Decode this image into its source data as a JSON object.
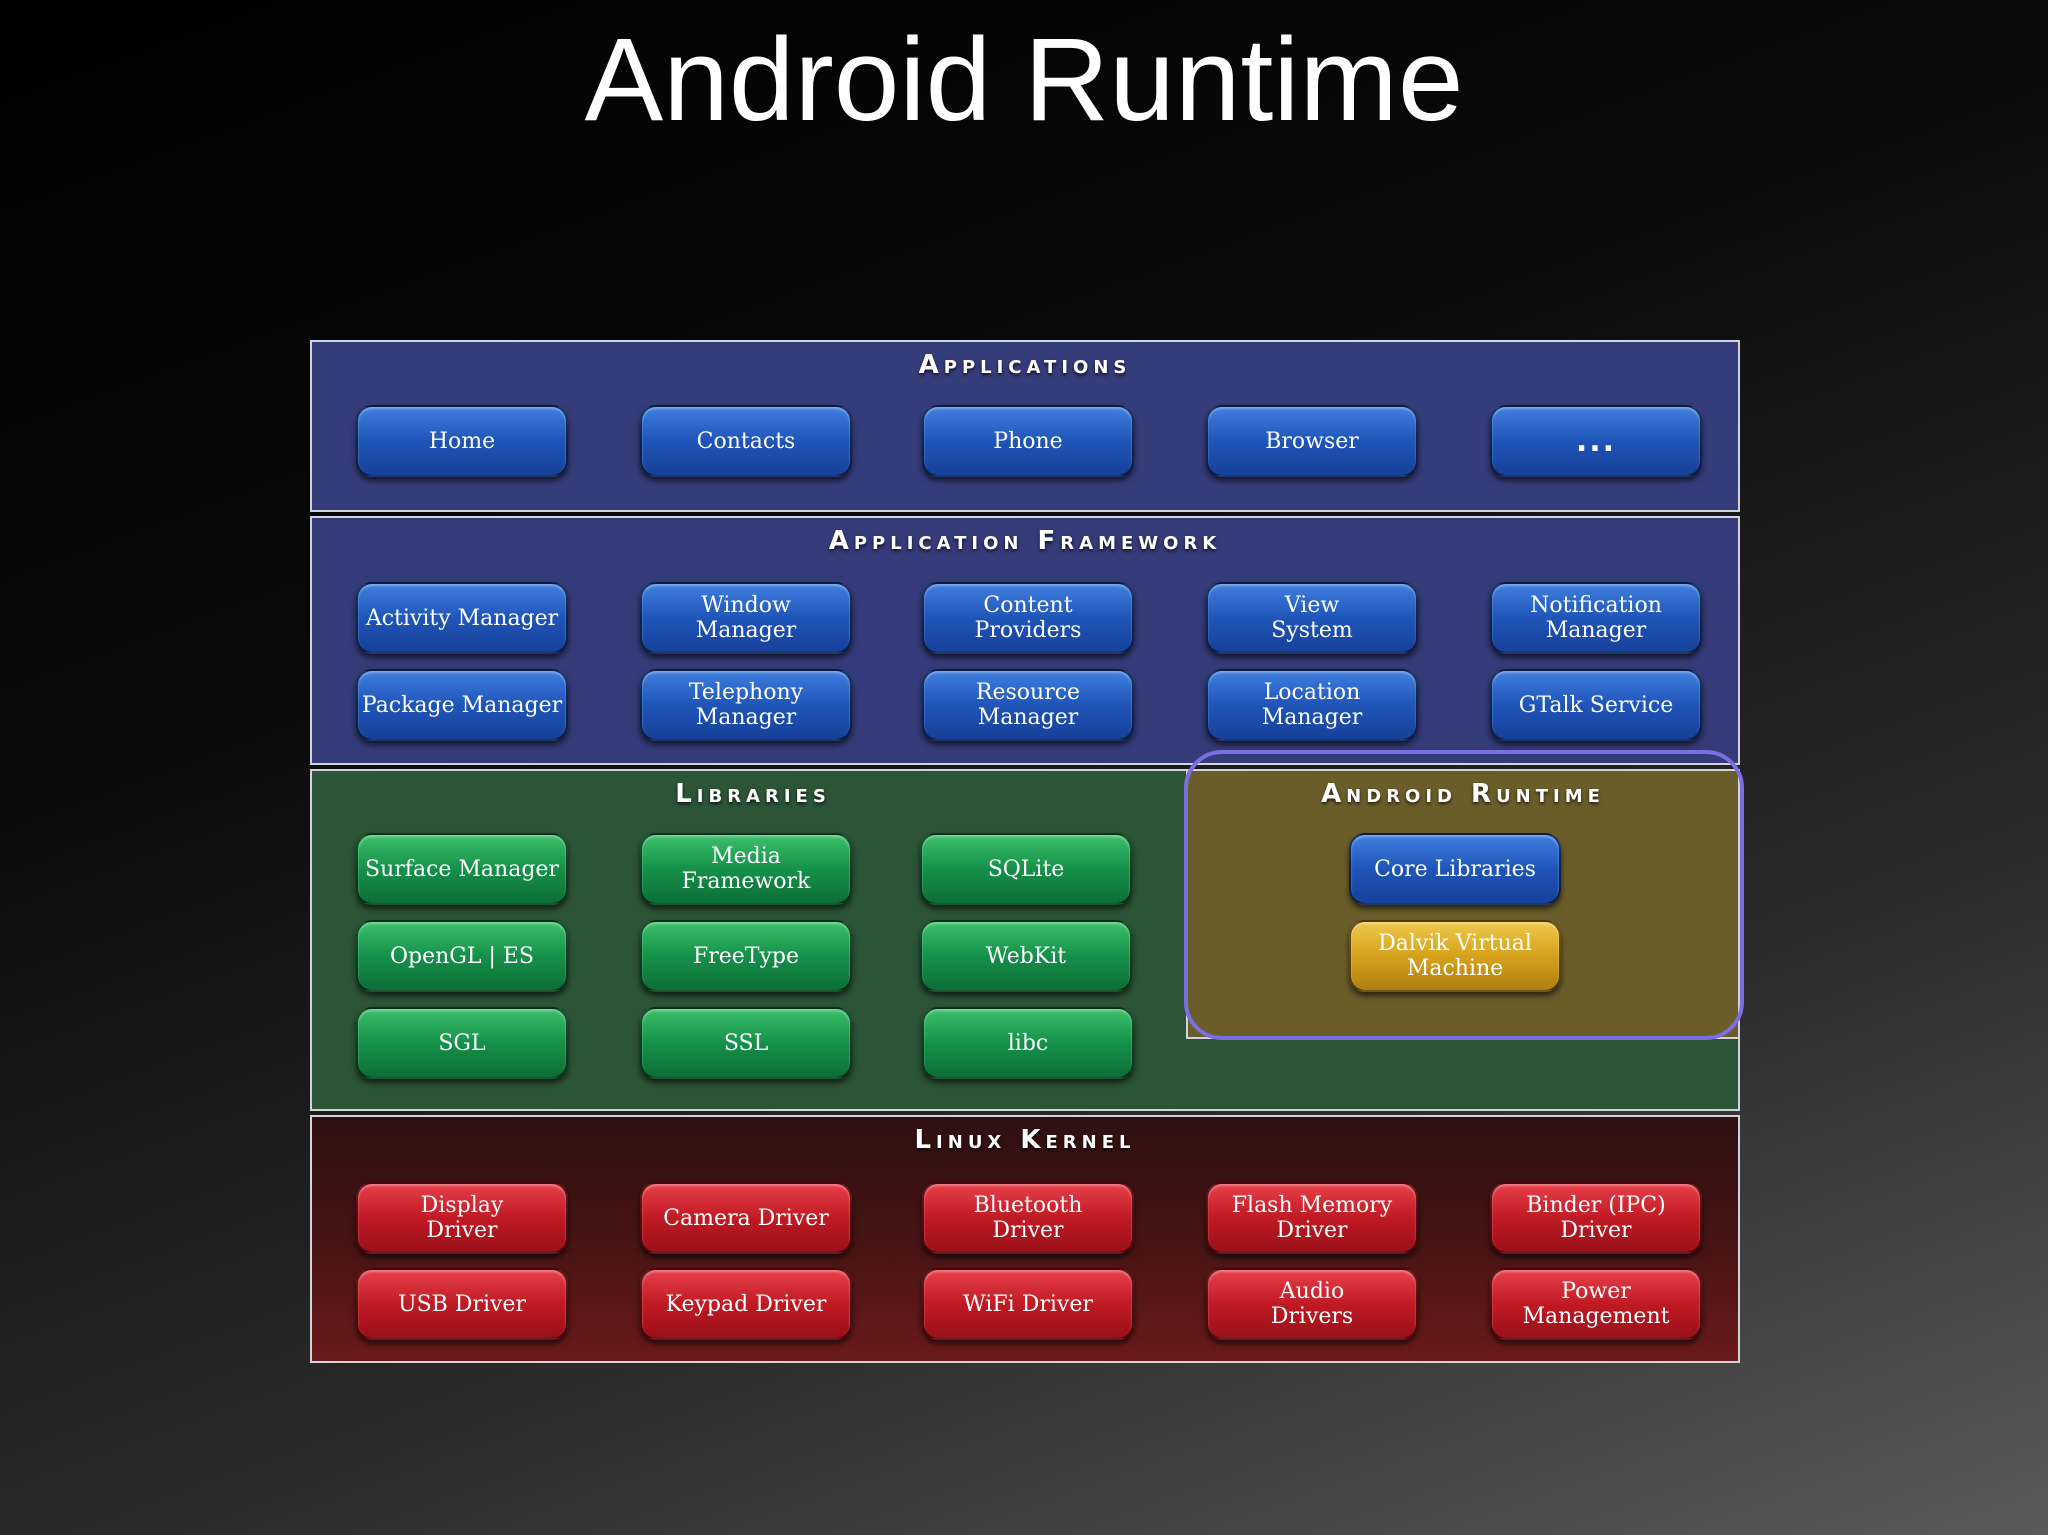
{
  "title": "Android Runtime",
  "colors": {
    "applications_bg": "#353c7a",
    "framework_bg": "#343b78",
    "libraries_bg": "#2c5436",
    "runtime_bg": "#6b5d2a",
    "kernel_bg": "#4a1414",
    "highlight": "#7b6ee0",
    "button_blue": "#1f55b8",
    "button_green": "#15914a",
    "button_red": "#c01a24",
    "button_yellow": "#d6a21c"
  },
  "applications": {
    "title": "Applications",
    "items": [
      "Home",
      "Contacts",
      "Phone",
      "Browser",
      "..."
    ]
  },
  "framework": {
    "title": "Application Framework",
    "items": [
      "Activity Manager",
      "Window\nManager",
      "Content\nProviders",
      "View\nSystem",
      "Notification\nManager",
      "Package Manager",
      "Telephony\nManager",
      "Resource\nManager",
      "Location\nManager",
      "GTalk Service"
    ]
  },
  "libraries": {
    "title": "Libraries",
    "items": [
      "Surface Manager",
      "Media\nFramework",
      "SQLite",
      "OpenGL | ES",
      "FreeType",
      "WebKit",
      "SGL",
      "SSL",
      "libc"
    ]
  },
  "runtime": {
    "title": "Android Runtime",
    "items": [
      "Core Libraries",
      "Dalvik Virtual\nMachine"
    ]
  },
  "kernel": {
    "title": "Linux Kernel",
    "items": [
      "Display\nDriver",
      "Camera Driver",
      "Bluetooth\nDriver",
      "Flash Memory\nDriver",
      "Binder (IPC)\nDriver",
      "USB Driver",
      "Keypad Driver",
      "WiFi Driver",
      "Audio\nDrivers",
      "Power\nManagement"
    ]
  }
}
